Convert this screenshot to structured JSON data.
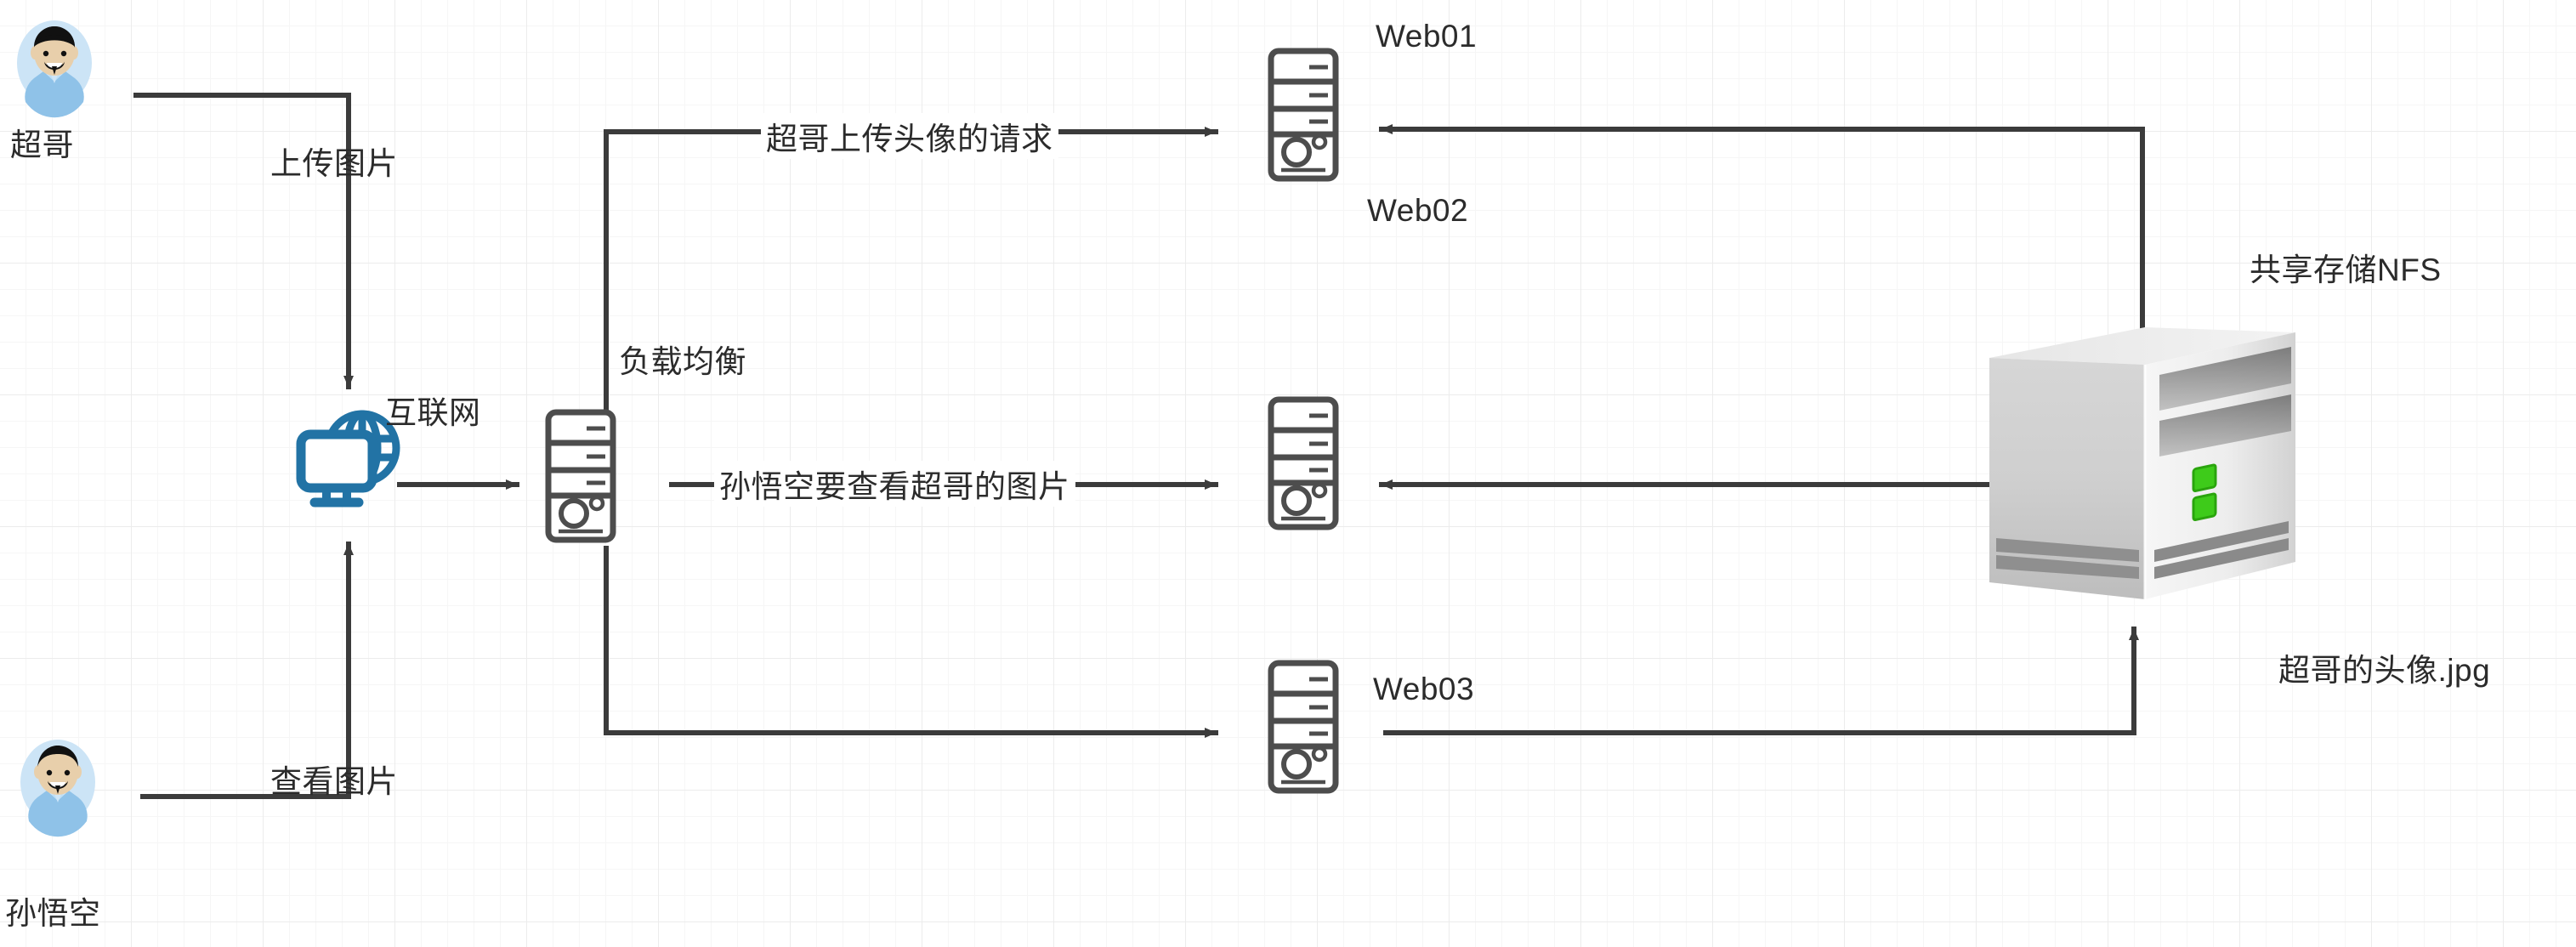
{
  "diagram": {
    "title_hidden": "",
    "colors": {
      "line": "#3b3b3b",
      "text": "#2b2b2b",
      "internet_icon": "#2273a5",
      "server_outline": "#4d4d4d",
      "nfs_body_light": "#f2f2f2",
      "nfs_body_mid": "#d9d9d9",
      "nfs_body_dark": "#9a9a9a",
      "nfs_led": "#3ecb1a",
      "avatar_bg": "#cce4f6",
      "avatar_skin": "#e8cfab",
      "avatar_hair": "#111111",
      "avatar_shirt": "#8fc2e8",
      "grid_major": "#ececec",
      "grid_minor": "#f6f6f6"
    },
    "actors": [
      {
        "id": "chaoge",
        "name": "超哥",
        "icon": "user-avatar-icon"
      },
      {
        "id": "wukong",
        "name": "孙悟空",
        "icon": "user-avatar-icon"
      }
    ],
    "nodes": [
      {
        "id": "internet",
        "label": "互联网",
        "icon": "internet-globe-monitor-icon"
      },
      {
        "id": "loadbalancer",
        "label": "负载均衡",
        "icon": "server-tower-icon"
      },
      {
        "id": "web01",
        "label": "Web01",
        "icon": "server-tower-icon"
      },
      {
        "id": "web02",
        "label": "Web02",
        "icon": "server-tower-icon"
      },
      {
        "id": "web03",
        "label": "Web03",
        "icon": "server-tower-icon"
      },
      {
        "id": "nfs",
        "label": "共享存储NFS",
        "icon": "nfs-storage-icon"
      }
    ],
    "edge_labels": {
      "upload_image": "上传图片",
      "view_image": "查看图片",
      "upload_request": "超哥上传头像的请求",
      "view_request": "孙悟空要查看超哥的图片"
    },
    "file_label": "超哥的头像.jpg"
  }
}
